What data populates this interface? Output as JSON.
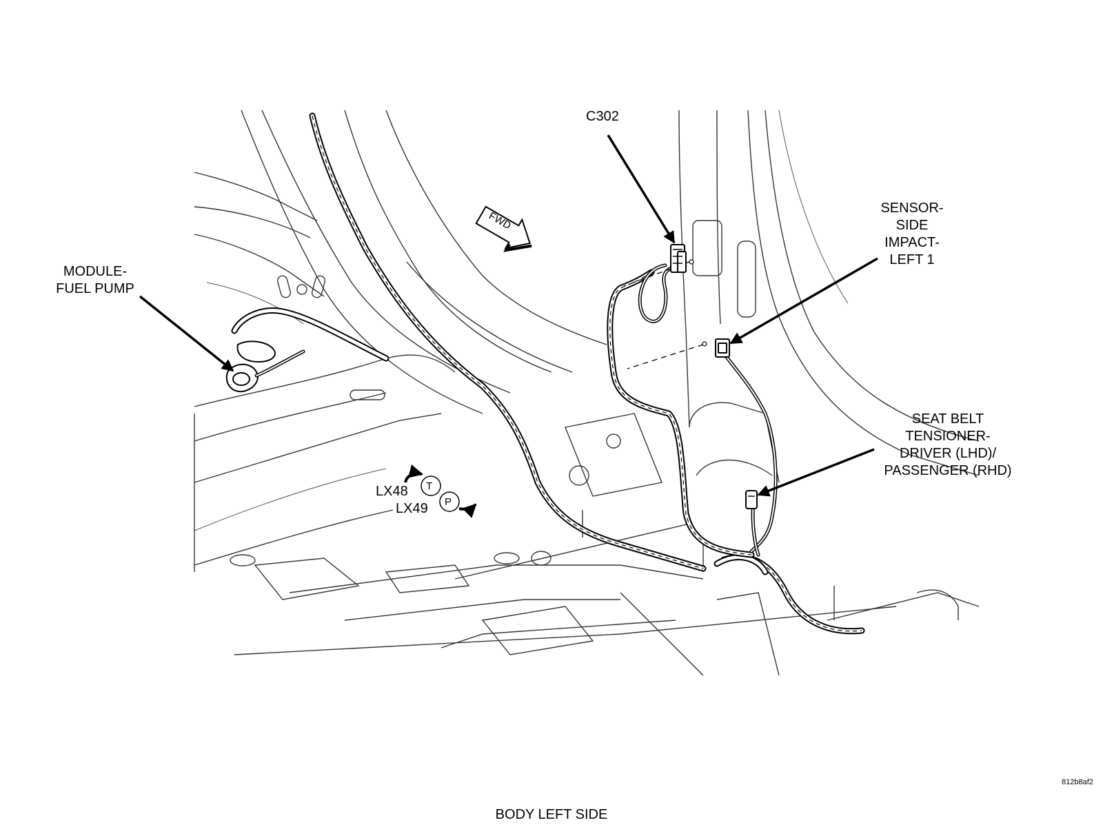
{
  "labels": {
    "c302": "C302",
    "module_fuel_pump": [
      "MODULE-",
      "FUEL PUMP"
    ],
    "sensor_side_impact": [
      "SENSOR-",
      "SIDE",
      "IMPACT-",
      "LEFT 1"
    ],
    "seat_belt_tensioner": [
      "SEAT BELT",
      "TENSIONER-",
      "DRIVER (LHD)/",
      "PASSENGER (RHD)"
    ],
    "lx48": "LX48",
    "lx49": "LX49",
    "fwd": "FWD",
    "t_symbol": "T",
    "p_symbol": "P"
  },
  "figure_code": "812b8af2",
  "caption": "BODY LEFT SIDE"
}
